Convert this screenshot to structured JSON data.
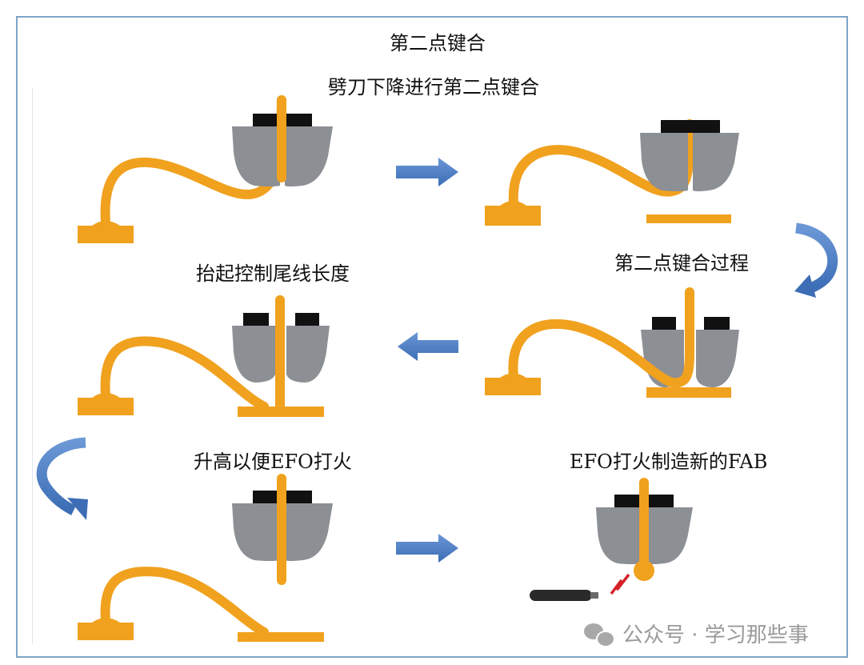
{
  "title": "第二点键合",
  "captions": {
    "step1": "劈刀下降进行第二点键合",
    "step2": "第二点键合过程",
    "step3": "抬起控制尾线长度",
    "step4": "升高以便EFO打火",
    "step5": "EFO打火制造新的FAB"
  },
  "watermark": "公众号 · 学习那些事",
  "colors": {
    "wire": "#f0a11e",
    "capillary": "#8c8f94",
    "capillary_top": "#111111",
    "arrow": "#4a7bc4",
    "frame": "#7fa4c8",
    "spark": "#d4232a",
    "efo_wand": "#2a2a2a"
  },
  "icons": [
    "arrow-right-icon",
    "arrow-left-icon",
    "curved-arrow-down-left-icon",
    "curved-arrow-down-right-icon",
    "spark-icon",
    "wechat-icon"
  ]
}
